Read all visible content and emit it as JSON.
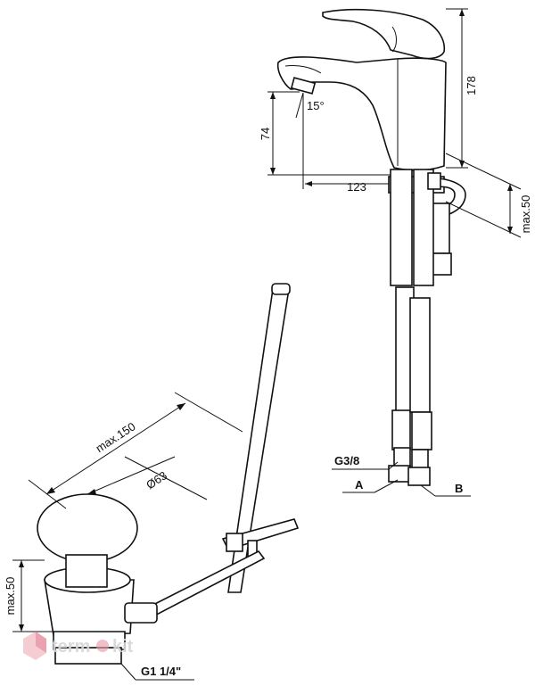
{
  "faucet": {
    "dims": {
      "height": "178",
      "spout_height": "74",
      "spout_reach": "123",
      "angle": "15°",
      "hose_max": "max.50"
    },
    "connections": {
      "thread": "G3/8",
      "inlet_a": "A",
      "inlet_b": "B"
    }
  },
  "drain": {
    "dims": {
      "rod_length": "max.150",
      "cap_diameter": "Ø63",
      "body_max": "max.50",
      "thread": "G1 1/4\""
    }
  },
  "watermark": {
    "left": "term",
    "right": "kit"
  }
}
